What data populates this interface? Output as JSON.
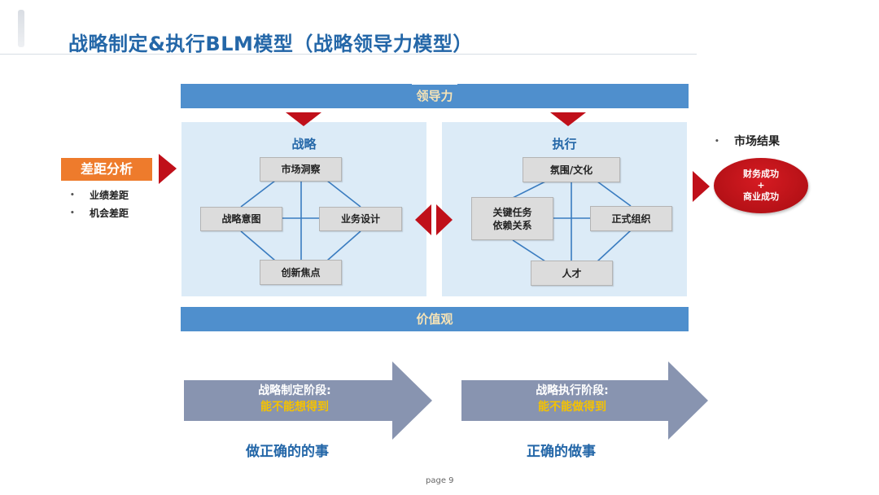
{
  "slide": {
    "title": "战略制定&执行BLM模型（战略领导力模型）",
    "page_label": "page 9"
  },
  "bands": {
    "top": "领导力",
    "bottom": "价值观"
  },
  "strategy": {
    "title": "战略",
    "nodes": {
      "top": "市场洞察",
      "left": "战略意图",
      "right": "业务设计",
      "bottom": "创新焦点"
    }
  },
  "execution": {
    "title": "执行",
    "nodes": {
      "top": "氛围/文化",
      "left_line1": "关键任务",
      "left_line2": "依赖关系",
      "right": "正式组织",
      "bottom": "人才"
    }
  },
  "gap": {
    "label": "差距分析",
    "items": [
      "业绩差距",
      "机会差距"
    ]
  },
  "result": {
    "heading": "市场结果",
    "line1": "财务成功",
    "plus": "+",
    "line2": "商业成功"
  },
  "stages": [
    {
      "line1": "战略制定阶段:",
      "line2": "能不能想得到",
      "caption": "做正确的的事"
    },
    {
      "line1": "战略执行阶段:",
      "line2": "能不能做得到",
      "caption": "正确的做事"
    }
  ],
  "colors": {
    "title_blue": "#2467a8",
    "band_blue": "#4f8fcd",
    "panel_bg": "#dcebf7",
    "arrow_red": "#c0101a",
    "gap_orange": "#ee7b2c",
    "stage_arrow": "#8894b0",
    "highlight_yellow": "#f5c200"
  }
}
